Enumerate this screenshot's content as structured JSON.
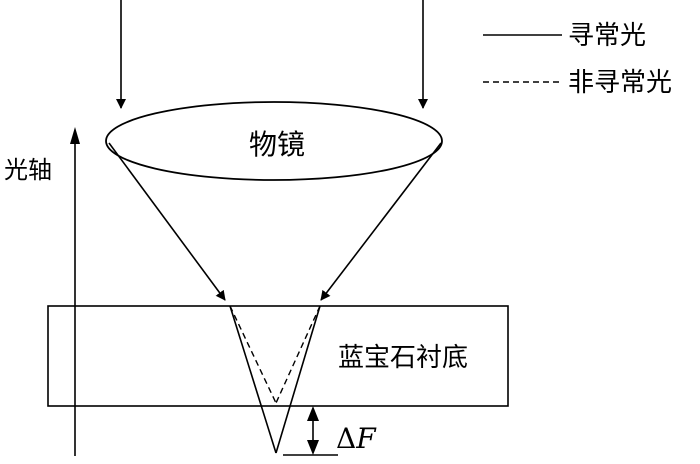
{
  "legend": {
    "ordinary_label": "寻常光",
    "extraordinary_label": "非寻常光"
  },
  "labels": {
    "objective_lens": "物镜",
    "optical_axis": "光轴",
    "substrate": "蓝宝石衬底",
    "focal_shift_delta": "Δ",
    "focal_shift_var": "F"
  },
  "colors": {
    "line": "#000000",
    "background": "#ffffff"
  }
}
